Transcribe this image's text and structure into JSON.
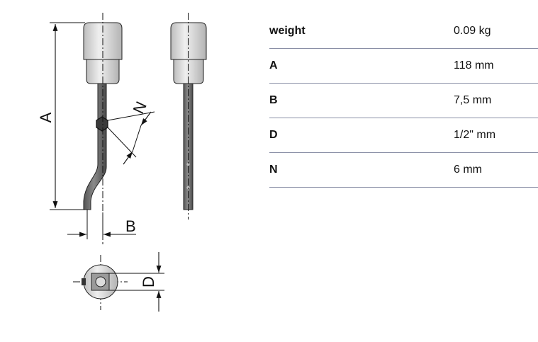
{
  "drawing": {
    "dimension_labels": {
      "A": "A",
      "B": "B",
      "D": "D",
      "N": "N"
    }
  },
  "specs": [
    {
      "label": "weight",
      "value": "0.09 kg"
    },
    {
      "label": "A",
      "value": "118 mm"
    },
    {
      "label": "B",
      "value": "7,5 mm"
    },
    {
      "label": "D",
      "value": "1/2\" mm"
    },
    {
      "label": "N",
      "value": "6 mm"
    }
  ],
  "colors": {
    "socket_fill": "#d6d6d6",
    "shaft_fill": "#6b6b6b",
    "line": "#111111",
    "table_rule": "#8a8fa6"
  }
}
